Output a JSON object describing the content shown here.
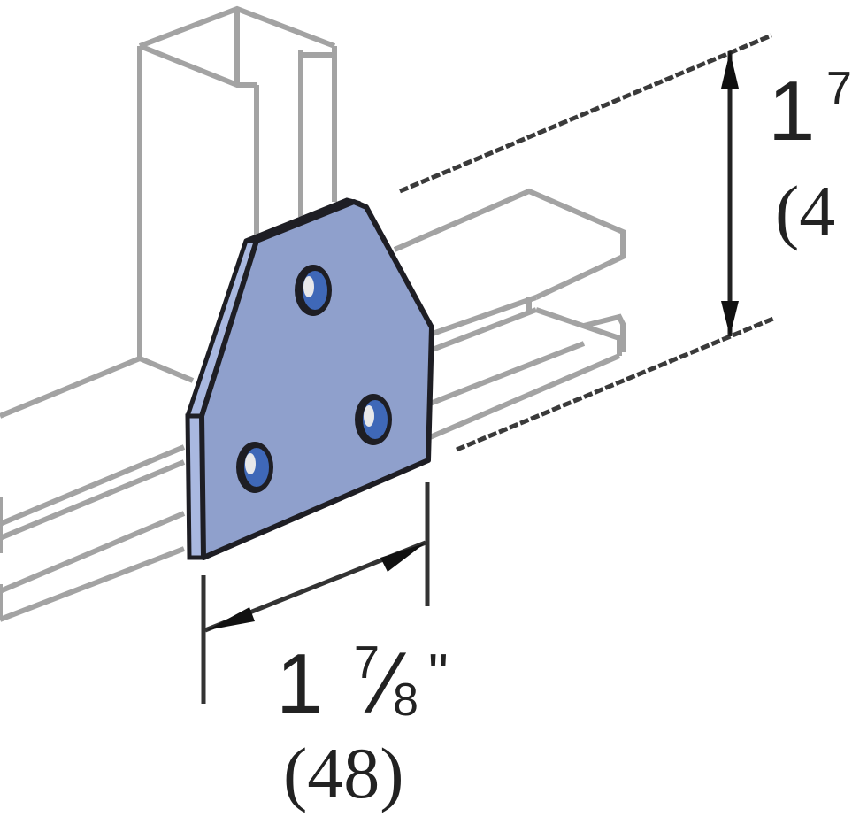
{
  "figure": {
    "subject": "flat plate fitting mounted on strut channel",
    "colors": {
      "plate_fill": "#8fa0cc",
      "plate_edge_highlight": "#a9b8e0",
      "plate_outline": "#1e1e24",
      "hole_inner": "#3f68b8",
      "channel_lines": "#a0a0a0",
      "dimension_lines": "#2a2a2a",
      "text": "#222222",
      "background": "#ffffff"
    },
    "plate": {
      "holes": 3
    }
  },
  "dimensions": {
    "width": {
      "imperial_whole": "1",
      "imperial_frac_num": "7",
      "imperial_frac_den": "8",
      "imperial_unit": "\"",
      "metric": "(48)"
    },
    "height": {
      "imperial_whole": "1",
      "imperial_frac_num": "7",
      "metric_partial": "(4"
    }
  }
}
